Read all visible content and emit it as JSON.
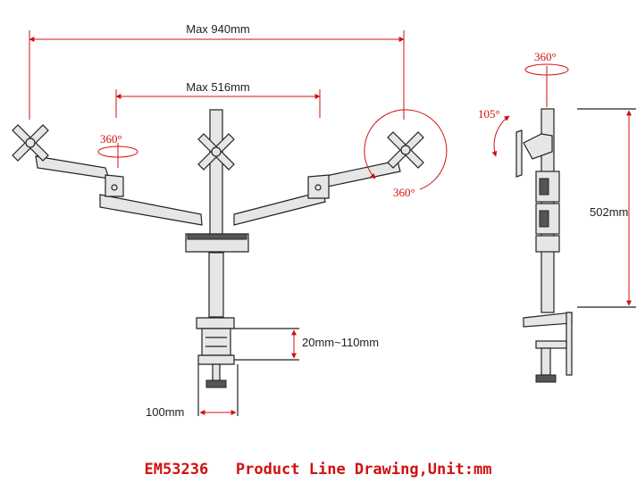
{
  "dimensions": {
    "max_width_total": "Max 940mm",
    "max_width_center": "Max 516mm",
    "clamp_range": "20mm~110mm",
    "base_width": "100mm",
    "height": "502mm"
  },
  "rotations": {
    "center_swivel": "360°",
    "right_rotate": "360°",
    "side_swivel": "360°",
    "tilt": "105°"
  },
  "caption": "EM53236   Product Line Drawing,Unit:mm",
  "colors": {
    "annotation": "#d01010",
    "line": "#222222"
  }
}
